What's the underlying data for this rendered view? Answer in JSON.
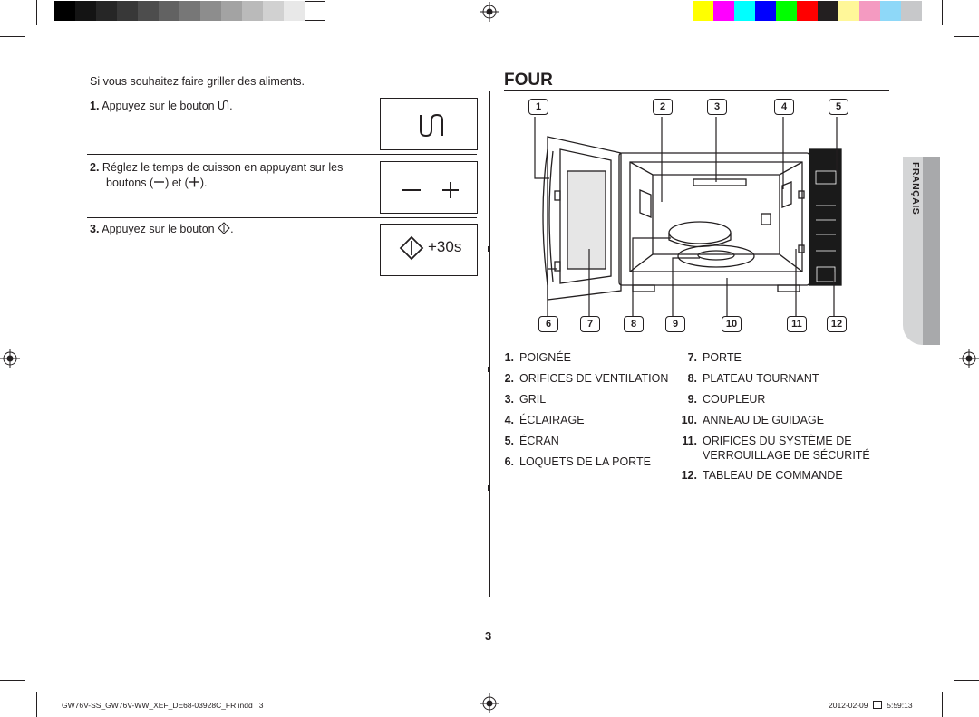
{
  "colors": {
    "ink": "#231f20",
    "grayscale_bar": [
      "#000000",
      "#141414",
      "#262626",
      "#383838",
      "#4d4d4d",
      "#626262",
      "#777777",
      "#8d8d8d",
      "#a3a3a3",
      "#bababa",
      "#d1d1d1",
      "#e8e8e8",
      "#ffffff"
    ],
    "color_bar": [
      "#ffff00",
      "#ff00ff",
      "#00ffff",
      "#0000ff",
      "#00ff00",
      "#ff0000",
      "#231f20",
      "#fff799",
      "#f49ac1",
      "#8ed8f8",
      "#c7c8ca"
    ],
    "tab_gray": "#a8a9ab"
  },
  "left": {
    "intro": "Si vous souhaitez faire griller des aliments.",
    "steps": [
      {
        "num": "1.",
        "text_before": "Appuyez sur le bouton",
        "icon": "grill-icon",
        "text_after": "."
      },
      {
        "num": "2.",
        "line1": "Réglez le temps de cuisson en appuyant sur les",
        "line2_a": "boutons (",
        "line2_b": ") et (",
        "line2_c": ")."
      },
      {
        "num": "3.",
        "text_before": "Appuyez sur le bouton",
        "icon": "start-icon",
        "text_after": "."
      }
    ],
    "panel_plus30": "+30s"
  },
  "right": {
    "title": "FOUR",
    "callouts_top": [
      "1",
      "2",
      "3",
      "4",
      "5"
    ],
    "callouts_bottom": [
      "6",
      "7",
      "8",
      "9",
      "10",
      "11",
      "12"
    ],
    "legend_left": [
      {
        "n": "1.",
        "label": "POIGNÉE"
      },
      {
        "n": "2.",
        "label": "ORIFICES DE VENTILATION"
      },
      {
        "n": "3.",
        "label": "GRIL"
      },
      {
        "n": "4.",
        "label": "ÉCLAIRAGE"
      },
      {
        "n": "5.",
        "label": "ÉCRAN"
      },
      {
        "n": "6.",
        "label": "LOQUETS DE LA PORTE"
      }
    ],
    "legend_right": [
      {
        "n": "7.",
        "label": "PORTE"
      },
      {
        "n": "8.",
        "label": "PLATEAU TOURNANT"
      },
      {
        "n": "9.",
        "label": "COUPLEUR"
      },
      {
        "n": "10.",
        "label": "ANNEAU DE GUIDAGE"
      },
      {
        "n": "11.",
        "label": "ORIFICES DU SYSTÈME DE",
        "label2": "VERROUILLAGE DE SÉCURITÉ"
      },
      {
        "n": "12.",
        "label": "TABLEAU DE COMMANDE"
      }
    ]
  },
  "side_tab": "FRANÇAIS",
  "page_number": "3",
  "footer": {
    "file": "GW76V-SS_GW76V-WW_XEF_DE68-03928C_FR.indd   3",
    "date": "2012-02-09",
    "time": "5:59:13"
  }
}
